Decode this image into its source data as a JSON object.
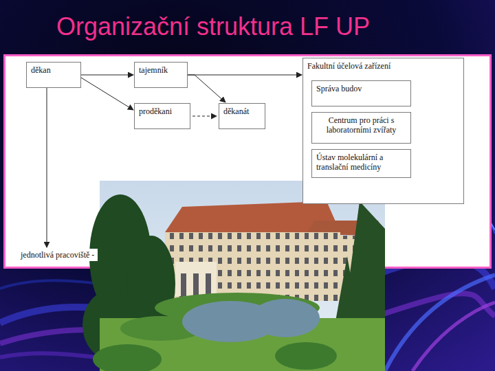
{
  "diagram": {
    "title": "Organizační struktura LF UP",
    "nodes": [
      {
        "text": [
          "děkan"
        ]
      },
      {
        "text": [
          "tajemník"
        ]
      },
      {
        "text": [
          "proděkani"
        ]
      },
      {
        "text": [
          "děkanát"
        ]
      },
      {
        "text": [
          "Fakultní účelová zařízení"
        ]
      },
      {
        "text": [
          "Správa budov"
        ],
        "in": 4
      },
      {
        "text": [
          "Centrum pro práci s laboratorními zvířaty"
        ],
        "in": 4
      },
      {
        "text": [
          "Ústav molekulární a translační medicíny"
        ],
        "in": 4
      },
      {
        "text": [
          "jednotlivá pracoviště -"
        ]
      }
    ],
    "edges": [
      {
        "from": 0,
        "to": 1,
        "arrow": "to"
      },
      {
        "from": 0,
        "to": 2,
        "arrow": "to"
      },
      {
        "from": 1,
        "to": 3,
        "arrow": "to"
      },
      {
        "from": 1,
        "to": 4,
        "arrow": "to"
      },
      {
        "from": 2,
        "to": 3,
        "arrow": "to"
      },
      {
        "from": 0,
        "to": 8,
        "arrow": "to"
      }
    ]
  }
}
